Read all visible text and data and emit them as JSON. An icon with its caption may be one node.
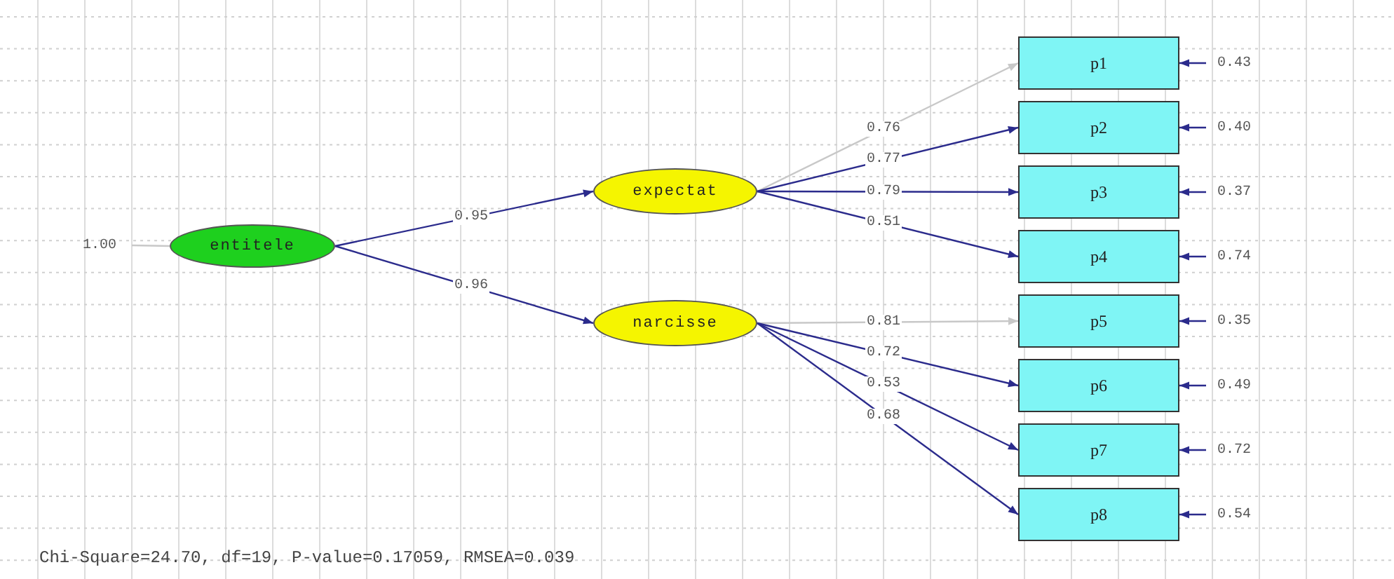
{
  "diagram": {
    "caption": "Chi-Square=24.70, df=19, P-value=0.17059, RMSEA=0.039",
    "nodes": [
      {
        "text": [
          "entitele"
        ]
      },
      {
        "text": [
          "expectat"
        ]
      },
      {
        "text": [
          "narcisse"
        ]
      },
      {
        "text": [
          "p1"
        ]
      },
      {
        "text": [
          "p2"
        ]
      },
      {
        "text": [
          "p3"
        ]
      },
      {
        "text": [
          "p4"
        ]
      },
      {
        "text": [
          "p5"
        ]
      },
      {
        "text": [
          "p6"
        ]
      },
      {
        "text": [
          "p7"
        ]
      },
      {
        "text": [
          "p8"
        ]
      },
      {
        "text": [
          "0.43"
        ]
      },
      {
        "text": [
          "0.40"
        ]
      },
      {
        "text": [
          "0.37"
        ]
      },
      {
        "text": [
          "0.74"
        ]
      },
      {
        "text": [
          "0.35"
        ]
      },
      {
        "text": [
          "0.49"
        ]
      },
      {
        "text": [
          "0.72"
        ]
      },
      {
        "text": [
          "0.54"
        ]
      },
      {
        "text": [
          "1.00"
        ]
      }
    ],
    "edges": [
      {
        "from": 0,
        "to": 1,
        "arrow": "to",
        "label": "0.95"
      },
      {
        "from": 0,
        "to": 2,
        "arrow": "to",
        "label": "0.96"
      },
      {
        "from": 1,
        "to": 3,
        "arrow": "to",
        "label": "0.76",
        "color": "#c8c8c8"
      },
      {
        "from": 1,
        "to": 4,
        "arrow": "to",
        "label": "0.77"
      },
      {
        "from": 1,
        "to": 5,
        "arrow": "to",
        "label": "0.79"
      },
      {
        "from": 1,
        "to": 6,
        "arrow": "to",
        "label": "0.51"
      },
      {
        "from": 2,
        "to": 7,
        "arrow": "to",
        "label": "0.81",
        "color": "#c8c8c8"
      },
      {
        "from": 2,
        "to": 8,
        "arrow": "to",
        "label": "0.72"
      },
      {
        "from": 2,
        "to": 9,
        "arrow": "to",
        "label": "0.53"
      },
      {
        "from": 2,
        "to": 10,
        "arrow": "to",
        "label": "0.68"
      },
      {
        "from": 11,
        "to": 3,
        "arrow": "to"
      },
      {
        "from": 12,
        "to": 4,
        "arrow": "to"
      },
      {
        "from": 13,
        "to": 5,
        "arrow": "to"
      },
      {
        "from": 14,
        "to": 6,
        "arrow": "to"
      },
      {
        "from": 15,
        "to": 7,
        "arrow": "to"
      },
      {
        "from": 16,
        "to": 8,
        "arrow": "to"
      },
      {
        "from": 17,
        "to": 9,
        "arrow": "to"
      },
      {
        "from": 18,
        "to": 10,
        "arrow": "to"
      },
      {
        "from": 19,
        "to": 0,
        "arrow": "none",
        "color": "#c8c8c8"
      }
    ]
  }
}
